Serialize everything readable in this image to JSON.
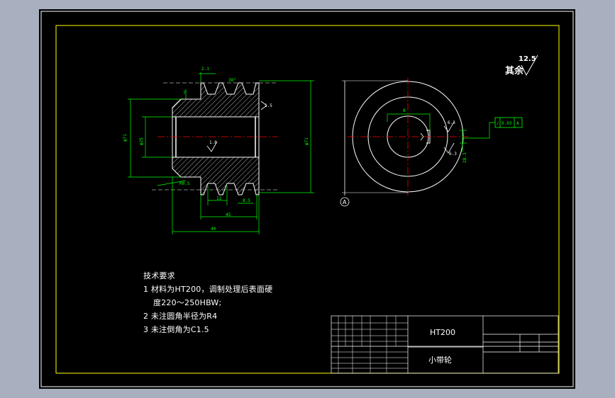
{
  "roughness": {
    "label": "其余",
    "value": "12.5"
  },
  "technical_requirements": {
    "title": "技术要求",
    "items": [
      "1 材料为HT200，调制处理后表面硬",
      "度220～250HBW;",
      "2 未注圆角半径为R4",
      "3 未注倒角为C1.5"
    ]
  },
  "title_block": {
    "material": "HT200",
    "part_name": "小带轮"
  },
  "datum": "A",
  "tolerance_frame": {
    "value": "0.03",
    "datum": "A"
  },
  "dimensions": {
    "groove_top": "2.1",
    "groove_angle": "38°",
    "flange_height": "7",
    "chamfer": "1.5",
    "bore_dia": "φ25",
    "hub_dia": "φ71",
    "outer_dia": "φ71",
    "fillet": "R0.5",
    "pitch": "11",
    "land": "8.5",
    "groove_span": "45",
    "overall_width": "40",
    "roughness_bore": "1.6",
    "roughness_key": "6.3",
    "keyway_width": "8",
    "keyway_depth": "28.3"
  },
  "colors": {
    "sheet": "#000000",
    "border": "#ffff00",
    "outline": "#ffffff",
    "dimension": "#00ff00",
    "centerline": "#ff0000",
    "frame_blue": "#0000ff"
  }
}
